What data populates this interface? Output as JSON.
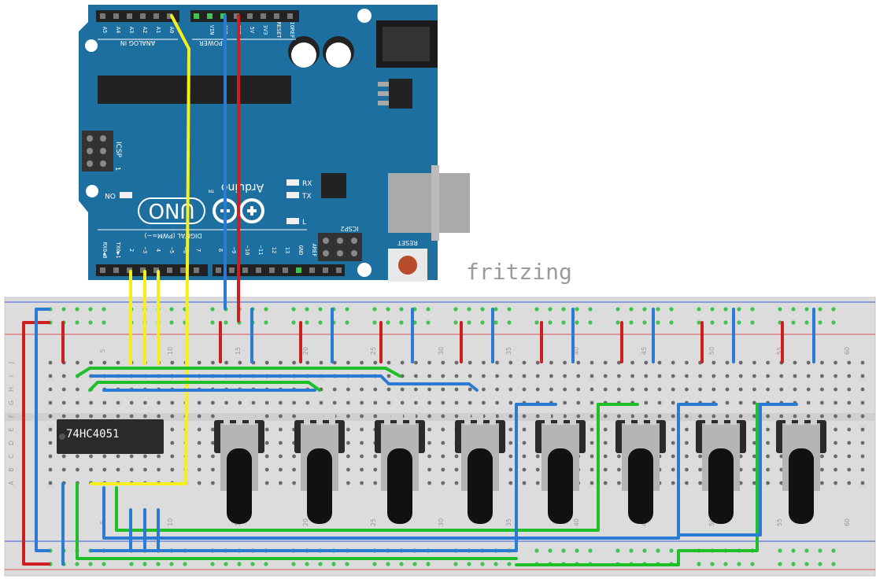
{
  "watermark": "fritzing",
  "board": {
    "brand": "Arduino",
    "model": "UNO",
    "tm": "TM",
    "analog_header": "ANALOG IN",
    "power_header": "POWER",
    "digital_header": "DIGITAL (PWM=~)",
    "icsp": "ICSP",
    "icsp2": "ICSP2",
    "icsp_pin1": "1",
    "on_label": "ON",
    "reset_label": "RESET",
    "rx": "RX",
    "tx": "TX",
    "l": "L",
    "analog_pins": [
      "A5",
      "A4",
      "A3",
      "A2",
      "A1",
      "A0"
    ],
    "power_pins": [
      "VIN",
      "GND",
      "GND",
      "5V",
      "3V3",
      "RESET",
      "IOREF"
    ],
    "digital_pins": [
      "RX0◀0",
      "TX0▶1",
      "2",
      "~3",
      "4",
      "~5",
      "~6",
      "7",
      "8",
      "~9",
      "~10",
      "~11",
      "12",
      "13",
      "GND",
      "AREF"
    ]
  },
  "chip": {
    "label": "74HC4051"
  },
  "breadboard": {
    "column_numbers": [
      "5",
      "10",
      "15",
      "20",
      "25",
      "30",
      "35",
      "40",
      "45",
      "50",
      "55",
      "60"
    ],
    "row_letters_top": [
      "J",
      "I",
      "H",
      "G",
      "F"
    ],
    "row_letters_bottom": [
      "E",
      "D",
      "C",
      "B",
      "A"
    ]
  },
  "potentiometers": {
    "count": 8
  },
  "colors": {
    "board": "#1c6f9e",
    "wire_red": "#cc1f1f",
    "wire_blue": "#2b7bd4",
    "wire_green": "#1fbf2a",
    "wire_yellow": "#f5ef1a",
    "hole_green": "#3fc452"
  }
}
